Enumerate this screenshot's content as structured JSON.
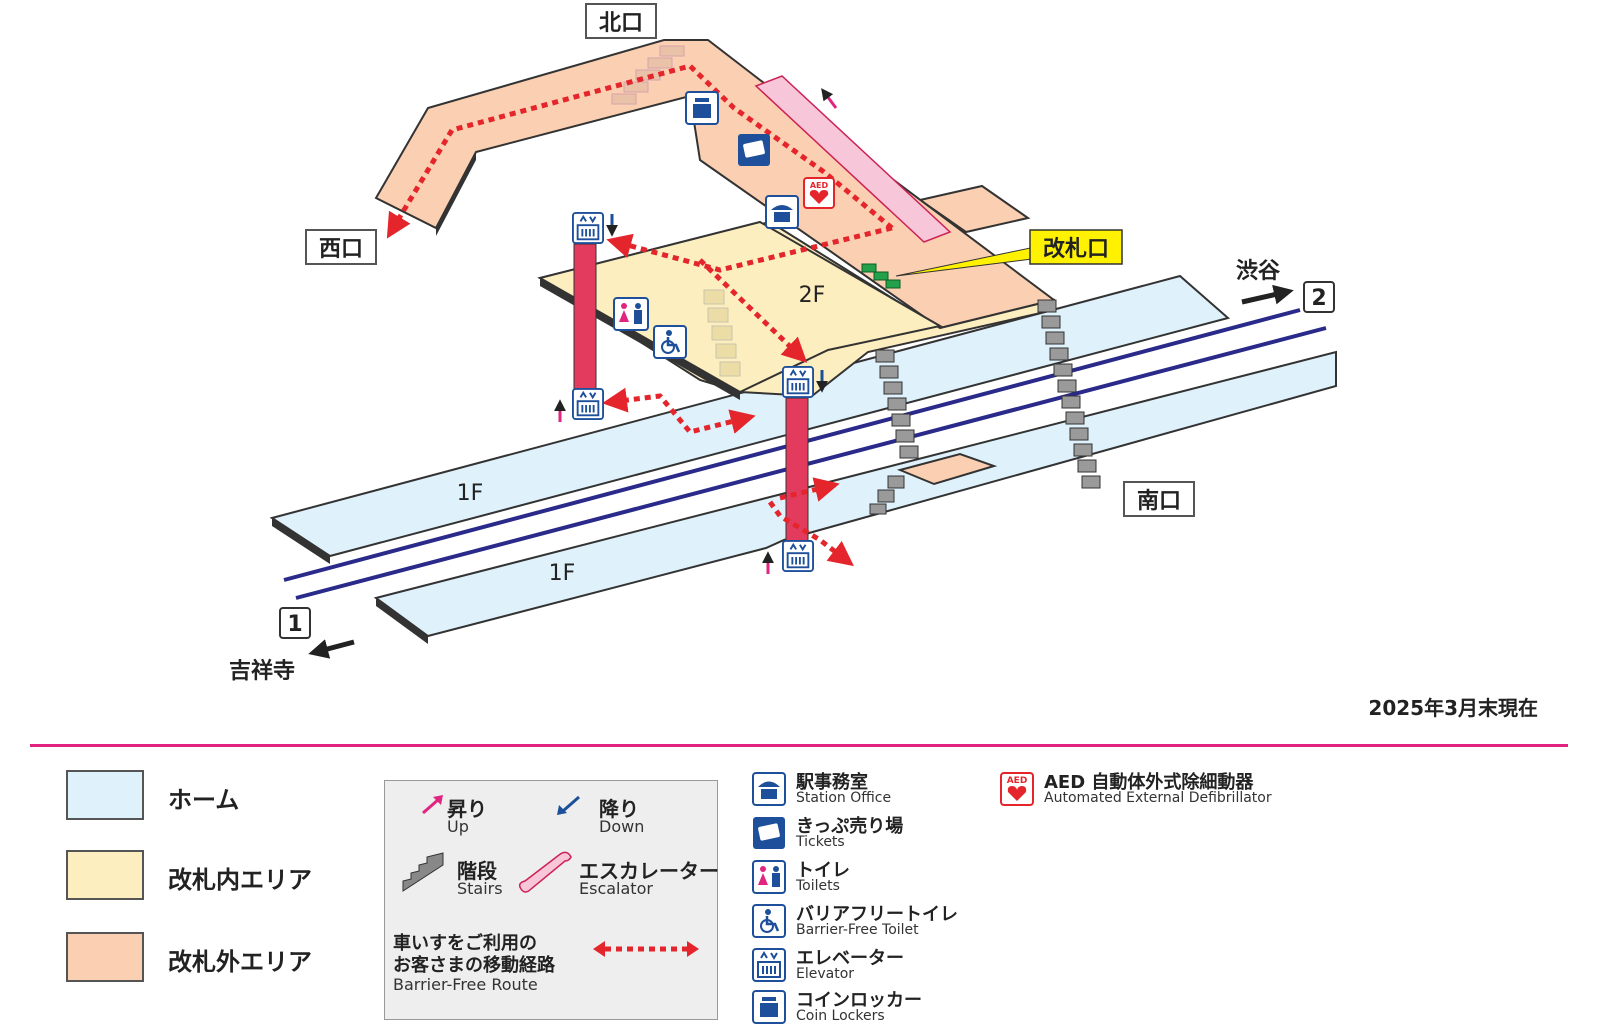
{
  "map": {
    "floor_2f": "2F",
    "floor_1f_upper": "1F",
    "floor_1f_lower": "1F",
    "exit_north": "北口",
    "exit_west": "西口",
    "exit_south": "南口",
    "ticket_gate": "改札口",
    "dest_shibuya": "渋谷",
    "dest_kichijoji": "吉祥寺",
    "platform_2": "2",
    "platform_1": "1",
    "date_note": "2025年3月末現在"
  },
  "colors": {
    "platform": "#dff1fa",
    "inside_gate": "#fdeec0",
    "outside_gate": "#fbcfb1",
    "track": "#2a2a8a",
    "route": "#e4252b",
    "accent_pink": "#e0247f",
    "gate_label_bg": "#fff200",
    "icon_blue": "#1d4f9a"
  },
  "legend": {
    "areas": [
      {
        "label": "ホーム",
        "color": "#dff1fa"
      },
      {
        "label": "改札内エリア",
        "color": "#fdeec0"
      },
      {
        "label": "改札外エリア",
        "color": "#fbcfb1"
      }
    ],
    "route_box": {
      "up_jp": "昇り",
      "up_en": "Up",
      "down_jp": "降り",
      "down_en": "Down",
      "stairs_jp": "階段",
      "stairs_en": "Stairs",
      "escalator_jp": "エスカレーター",
      "escalator_en": "Escalator",
      "route_jp_line1": "車いすをご利用の",
      "route_jp_line2": "お客さまの移動経路",
      "route_en": "Barrier-Free Route"
    },
    "facilities": [
      {
        "icon": "station-office-icon",
        "jp": "駅事務室",
        "en": "Station Office"
      },
      {
        "icon": "tickets-icon",
        "jp": "きっぷ売り場",
        "en": "Tickets"
      },
      {
        "icon": "toilets-icon",
        "jp": "トイレ",
        "en": "Toilets"
      },
      {
        "icon": "barrier-free-toilet-icon",
        "jp": "バリアフリートイレ",
        "en": "Barrier-Free Toilet"
      },
      {
        "icon": "elevator-icon",
        "jp": "エレベーター",
        "en": "Elevator"
      },
      {
        "icon": "coin-lockers-icon",
        "jp": "コインロッカー",
        "en": "Coin Lockers"
      }
    ],
    "aed": {
      "icon": "aed-icon",
      "jp": "AED 自動体外式除細動器",
      "en": "Automated External Defibrillator",
      "badge": "AED"
    }
  }
}
